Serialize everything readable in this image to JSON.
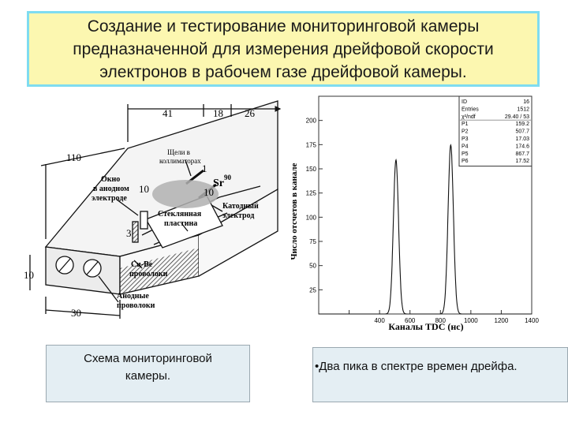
{
  "title": {
    "line1": "Создание и тестирование мониторинговой камеры",
    "line2": "предназначенной для измерения дрейфовой скорости",
    "line3": "электронов в рабочем газе дрейфовой камеры."
  },
  "schematic": {
    "dims": {
      "d41": "41",
      "d18": "18",
      "d26": "26",
      "d110": "110",
      "d10": "10",
      "d30": "30",
      "d1": "1",
      "d3": "3",
      "d10a": "10",
      "d10b": "10"
    },
    "labels": {
      "slits_1": "Щели в",
      "slits_2": "коллиматорах",
      "window_1": "Окно",
      "window_2": "в анодном",
      "window_3": "электроде",
      "sr": "Sr",
      "sr_mass": "90",
      "glass_1": "Стеклянная",
      "glass_2": "пластина",
      "cathode_1": "Катодный",
      "cathode_2": "электрод",
      "cube_1": "Cu-Be",
      "cube_2": "проволоки",
      "anode_1": "Анодные",
      "anode_2": "проволоки"
    }
  },
  "spectrum": {
    "ylabel": "Число отсчетов в канале",
    "xlabel": "Каналы TDC (нс)",
    "stats": [
      {
        "key": "ID",
        "val": "16"
      },
      {
        "key": "Entries",
        "val": "1512"
      },
      {
        "key": "χ²/ndf",
        "val": "29.40 / 53"
      },
      {
        "key": "P1",
        "val": "159.2"
      },
      {
        "key": "P2",
        "val": "507.7"
      },
      {
        "key": "P3",
        "val": "17.03"
      },
      {
        "key": "P4",
        "val": "174.6"
      },
      {
        "key": "P5",
        "val": "867.7"
      },
      {
        "key": "P6",
        "val": "17.52"
      }
    ]
  },
  "chart_data": {
    "type": "line",
    "xlabel": "Каналы TDC (нс)",
    "ylabel": "Число отсчетов в канале",
    "xlim": [
      0,
      1400
    ],
    "ylim": [
      0,
      225
    ],
    "x_ticks": [
      0,
      200,
      400,
      600,
      800,
      1000,
      1200,
      1400
    ],
    "x_tick_labels": [
      "",
      "",
      "400",
      "600",
      "800",
      "1000",
      "1200",
      "1400"
    ],
    "y_ticks": [
      0,
      25,
      50,
      75,
      100,
      125,
      150,
      175,
      200
    ],
    "y_tick_labels": [
      "",
      "25",
      "50",
      "75",
      "100",
      "125",
      "150",
      "175",
      "200"
    ],
    "grid": false,
    "peaks": [
      {
        "amplitude": 159.2,
        "mean": 507.7,
        "sigma": 17.03
      },
      {
        "amplitude": 174.6,
        "mean": 867.7,
        "sigma": 17.52
      }
    ]
  },
  "captions": {
    "left_1": "Схема мониторинговой",
    "left_2": "камеры.",
    "right": "•Два пика в спектре времен дрейфа."
  }
}
